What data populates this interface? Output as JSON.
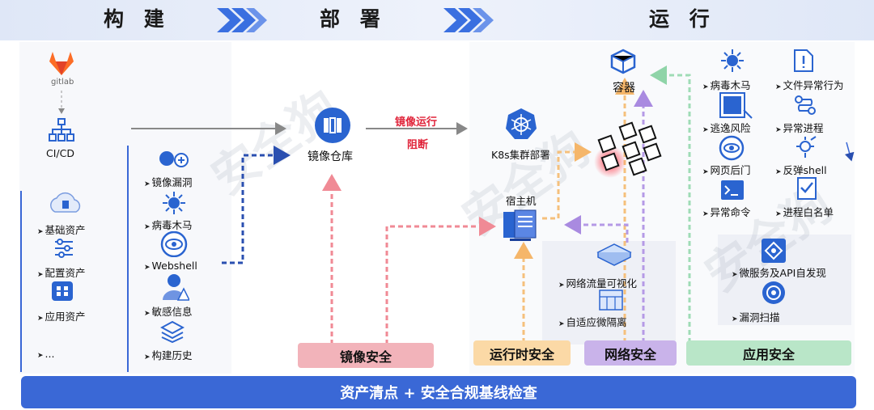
{
  "phases": {
    "build": "构 建",
    "deploy": "部 署",
    "run": "运 行"
  },
  "left": {
    "gitlab_label": "gitlab",
    "cicd_label": "CI/CD",
    "assets": [
      "基础资产",
      "配置资产",
      "应用资产",
      "..."
    ]
  },
  "scan_items": [
    "镜像漏洞",
    "病毒木马",
    "Webshell",
    "敏感信息",
    "构建历史"
  ],
  "registry_label": "镜像仓库",
  "mirror_run": "镜像运行",
  "block": "阻断",
  "k8s_label": "K8s集群部署",
  "host_label": "宿主机",
  "container_label": "容器",
  "net_items": [
    "网络流量可视化",
    "自适应微隔离"
  ],
  "threats_left": [
    "病毒木马",
    "逃逸风险",
    "网页后门",
    "异常命令"
  ],
  "threats_right": [
    "文件异常行为",
    "异常进程",
    "反弹shell",
    "进程白名单"
  ],
  "app_items": [
    "微服务及API自发现",
    "漏洞扫描"
  ],
  "sections": {
    "image": "镜像安全",
    "runtime": "运行时安全",
    "network": "网络安全",
    "app": "应用安全"
  },
  "bottom_banner": "资产清点 + 安全合规基线检查",
  "watermark": [
    "安全狗",
    "安全狗",
    "安全狗"
  ],
  "colors": {
    "accent_blue": "#3a68d6",
    "red": "#e0243a",
    "image_sec": "#f2b3ba",
    "runtime_sec": "#fbd9a6",
    "network_sec": "#c9b3ea",
    "app_sec": "#b9e6c8"
  }
}
